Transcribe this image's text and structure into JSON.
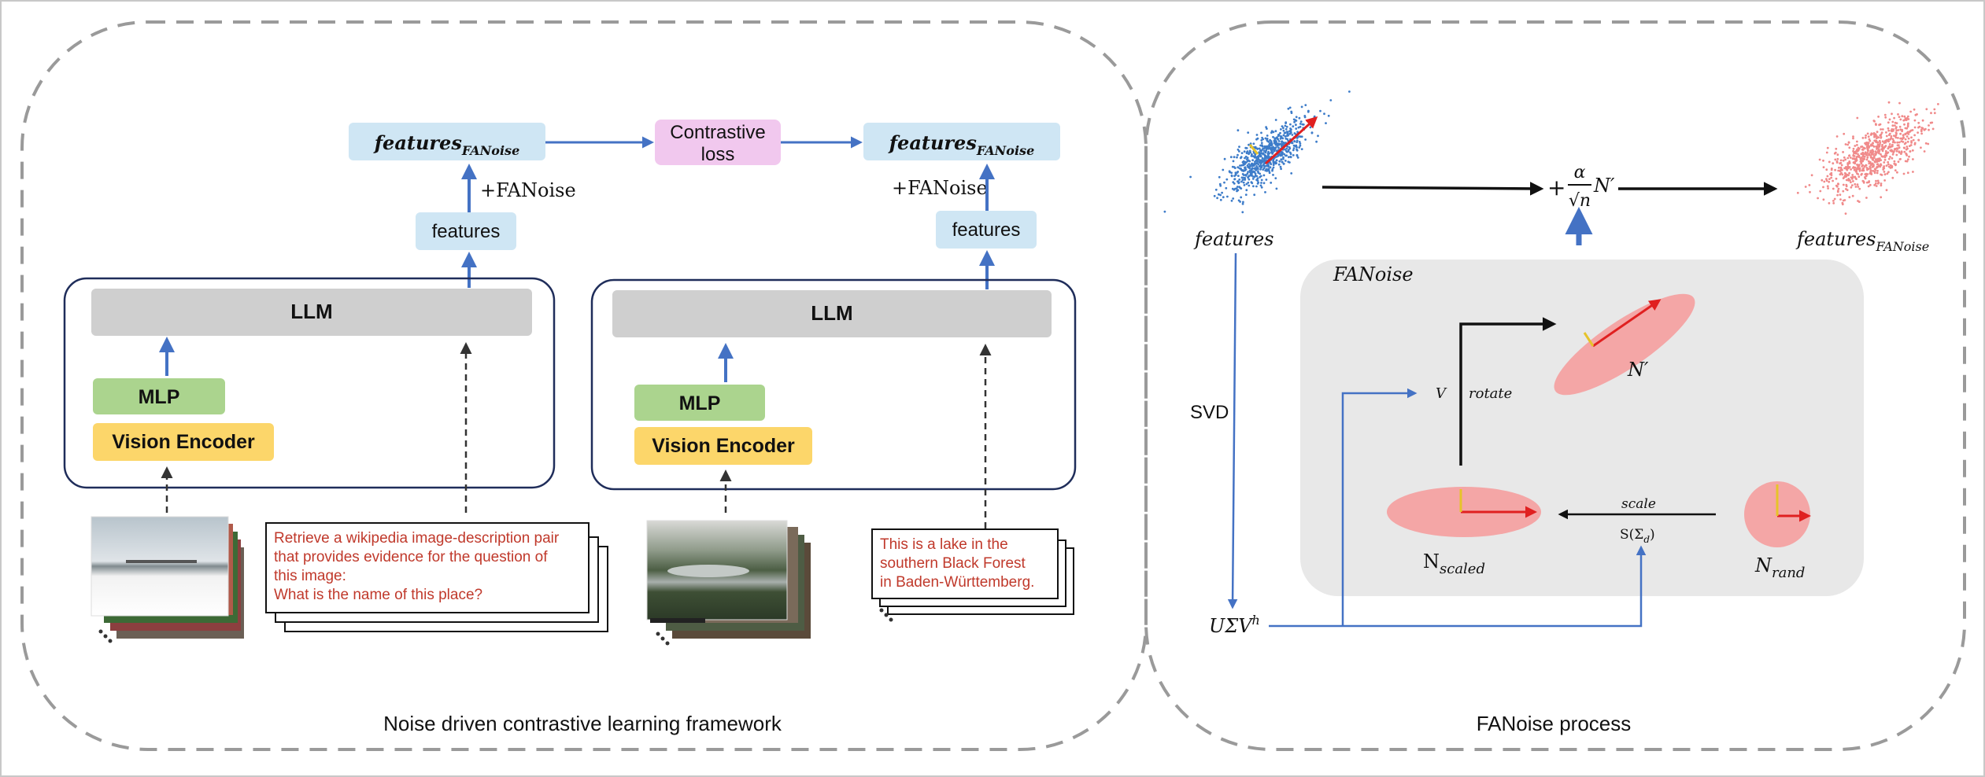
{
  "left_panel": {
    "caption": "Noise driven contrastive learning framework",
    "top_row": {
      "feat_left": {
        "base": "features",
        "sub": "FANoise"
      },
      "contrastive": [
        "Contrastive",
        "loss"
      ],
      "feat_right": {
        "base": "features",
        "sub": "FANoise"
      }
    },
    "left_branch": {
      "add_noise": "+FANoise",
      "features": "features",
      "llm": "LLM",
      "mlp": "MLP",
      "vision_encoder": "Vision Encoder",
      "query_lines": [
        "Retrieve a wikipedia image-description pair",
        "that provides evidence for the question of",
        "this image:",
        "What is the name of this place?"
      ]
    },
    "right_branch": {
      "add_noise": "+FANoise",
      "features": "features",
      "llm": "LLM",
      "mlp": "MLP",
      "vision_encoder": "Vision Encoder",
      "doc_lines": [
        "This is a lake in the",
        "southern Black Forest",
        "in Baden-Württemberg."
      ]
    }
  },
  "right_panel": {
    "caption": "FANoise process",
    "features": "features",
    "features_out": {
      "base": "features",
      "sub": "FANoise"
    },
    "formula": {
      "plus": "+",
      "numerator": "α",
      "denominator": "√n",
      "tail": "N′"
    },
    "box_title": "FANoise",
    "svd": "SVD",
    "usv": {
      "base": "UΣV",
      "sup": "h"
    },
    "v_label": "V",
    "rotate": "rotate",
    "n_prime": "N′",
    "scale": "scale",
    "s_sigma": "S(Σ",
    "s_sigma_sub": "d",
    "s_sigma_close": ")",
    "n_scaled": {
      "base": "N",
      "sub": "scaled"
    },
    "n_rand": {
      "base": "N",
      "sub": "rand"
    }
  },
  "colors": {
    "blue_box": "#cfe6f4",
    "pink_box": "#f1c8ee",
    "llm_gray": "#cfcfcf",
    "mlp_green": "#abd48e",
    "ve_yellow": "#fcd66a",
    "arrow_blue": "#4472c4",
    "red_text": "#c0392b",
    "ellipse_pink": "#f4a6a6",
    "panel_gray": "#e8e8e8",
    "dashed_gray": "#9a9a9a",
    "navy": "#1f2d5a"
  }
}
